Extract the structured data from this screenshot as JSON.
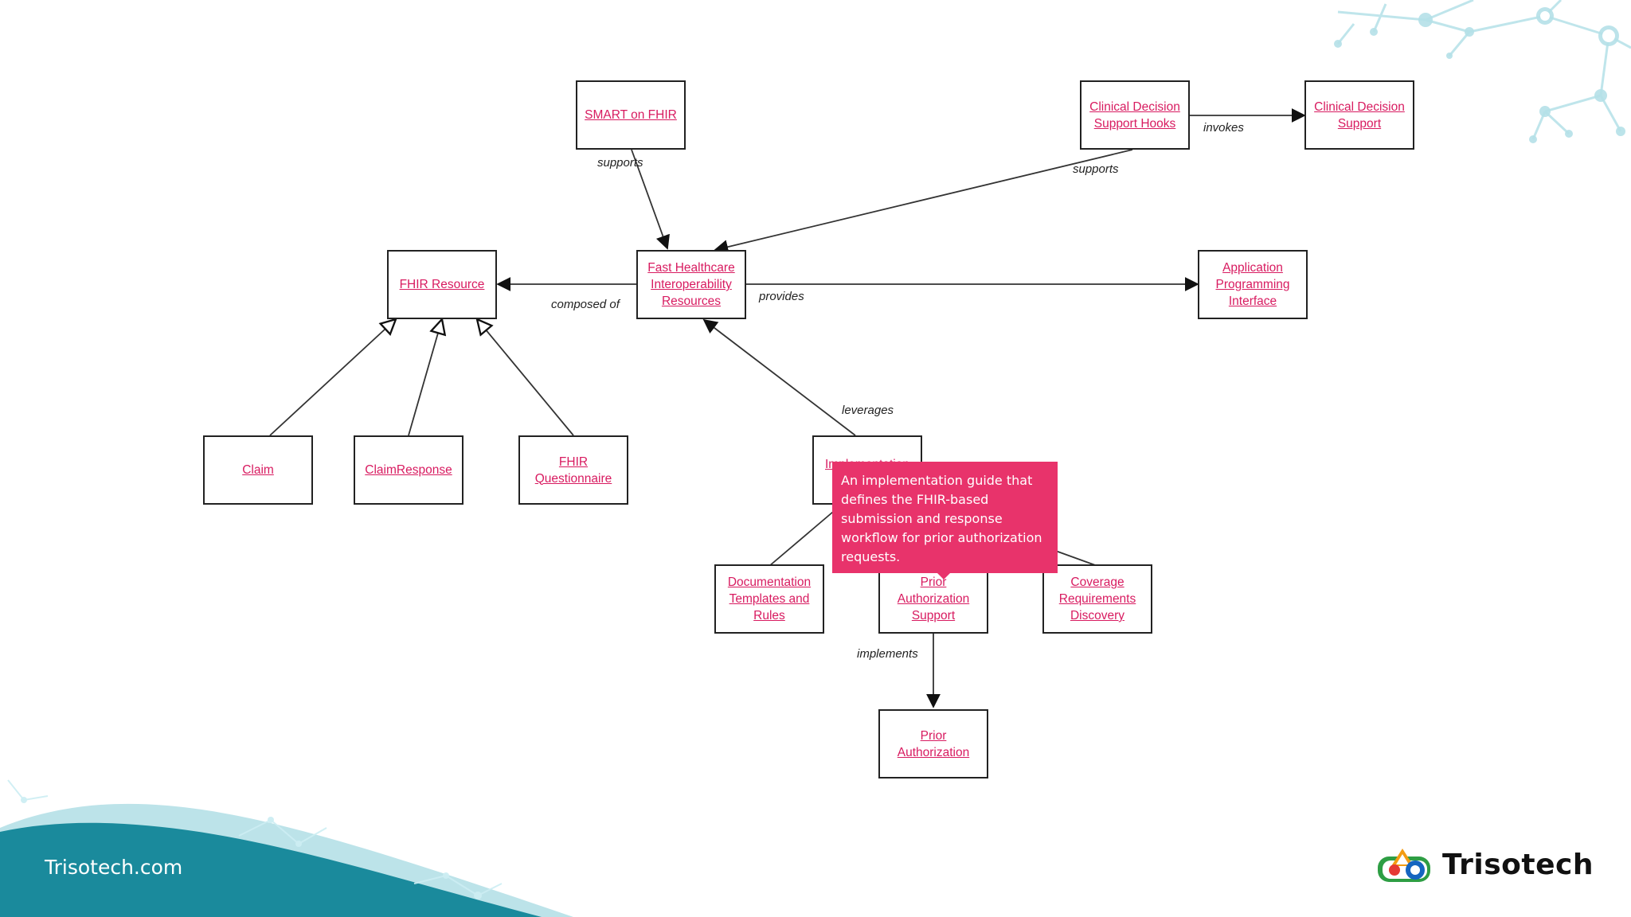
{
  "nodes": {
    "smart_on_fhir": "SMART on FHIR",
    "cds_hooks": "Clinical Decision\nSupport Hooks",
    "cds": "Clinical Decision\nSupport",
    "fhir_resource": "FHIR Resource",
    "fhir": "Fast Healthcare\nInteroperability\nResources",
    "api": "Application\nProgramming\nInterface",
    "claim": "Claim",
    "claim_response": "ClaimResponse",
    "fhir_questionnaire": "FHIR\nQuestionnaire",
    "implementation": "Implementation",
    "dtr": "Documentation\nTemplates and\nRules",
    "pas": "Prior Authorization\nSupport",
    "crd": "Coverage\nRequirements\nDiscovery",
    "prior_auth": "Prior Authorization"
  },
  "edges": {
    "supports_smart": "supports",
    "supports_cds": "supports",
    "invokes": "invokes",
    "composed_of": "composed of",
    "provides": "provides",
    "leverages": "leverages",
    "implements": "implements"
  },
  "tooltip": {
    "text": "An implementation guide that defines the FHIR-based submission and response workflow for prior authorization requests."
  },
  "footer": {
    "url": "Trisotech.com",
    "brand": "Trisotech"
  },
  "colors": {
    "link": "#d81b60",
    "tooltip_bg": "#e8336b",
    "wave_dark": "#1a8a9c",
    "wave_light": "#7fd0dc",
    "network": "#a9dce4"
  }
}
